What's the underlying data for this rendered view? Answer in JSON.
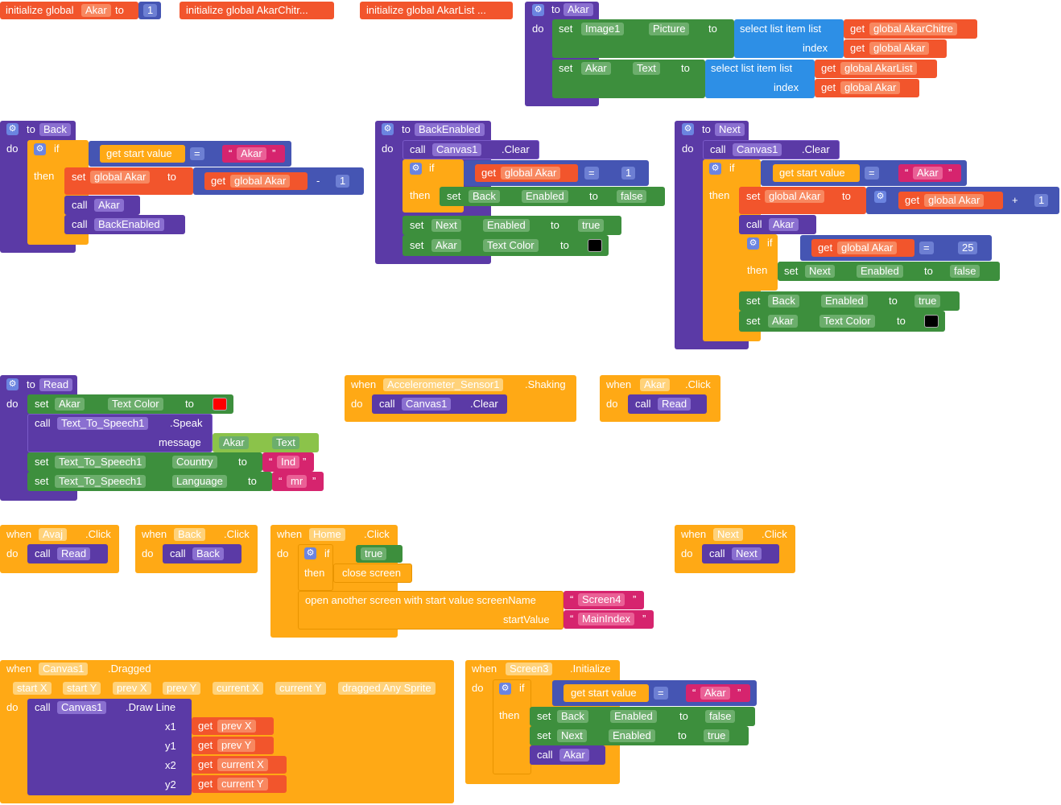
{
  "globals": {
    "akar": {
      "prefix": "initialize global",
      "name": "Akar",
      "to": "to",
      "value": "1"
    },
    "akarChitre": {
      "label": "initialize global AkarChitr..."
    },
    "akarList": {
      "label": "initialize global AkarList ..."
    }
  },
  "kw": {
    "to": "to",
    "do": "do",
    "if": "if",
    "then": "then",
    "set": "set",
    "call": "call",
    "get": "get",
    "when": "when",
    "minus": "-",
    "plus": "+",
    "eq": "=",
    "dot": ".",
    "quote_open": "“",
    "quote_close": "”"
  },
  "procAkar": {
    "name": "Akar",
    "r1": {
      "comp": "Image1",
      "prop": "Picture",
      "select": "select list item  list",
      "list": "global AkarChitre",
      "index": "index",
      "idx": "global Akar"
    },
    "r2": {
      "comp": "Akar",
      "prop": "Text",
      "select": "select list item  list",
      "list": "global AkarList",
      "index": "index",
      "idx": "global Akar"
    }
  },
  "procBack": {
    "name": "Back",
    "startValue": "get start value",
    "eq": "=",
    "str": "Akar",
    "var": "global Akar",
    "num": "1",
    "callAkar": "Akar",
    "callBackEnabled": "BackEnabled"
  },
  "procBackEnabled": {
    "name": "BackEnabled",
    "canvas": "Canvas1",
    "clear": ".Clear",
    "var": "global Akar",
    "num": "1",
    "backComp": "Back",
    "enabled": "Enabled",
    "false": "false",
    "nextComp": "Next",
    "true": "true",
    "akarComp": "Akar",
    "textColor": "Text Color",
    "colorHex": "#000000"
  },
  "procNext": {
    "name": "Next",
    "canvas": "Canvas1",
    "clear": ".Clear",
    "startValue": "get start value",
    "str": "Akar",
    "var": "global Akar",
    "num": "1",
    "callAkar": "Akar",
    "num25": "25",
    "nextComp": "Next",
    "enabled": "Enabled",
    "false": "false",
    "backComp": "Back",
    "true": "true",
    "akarComp": "Akar",
    "textColor": "Text Color",
    "colorHex": "#000000"
  },
  "procRead": {
    "name": "Read",
    "akarComp": "Akar",
    "textColor": "Text Color",
    "colorHex": "#ff0000",
    "tts": "Text_To_Speech1",
    "speak": ".Speak",
    "message": "message",
    "textProp": "Text",
    "country": "Country",
    "countryVal": "Ind",
    "language": "Language",
    "languageVal": "mr"
  },
  "evtAccel": {
    "comp": "Accelerometer_Sensor1",
    "event": ".Shaking",
    "canvas": "Canvas1",
    "clear": ".Clear"
  },
  "evtAkarClick": {
    "comp": "Akar",
    "event": ".Click",
    "proc": "Read"
  },
  "evtAvajClick": {
    "comp": "Avaj",
    "event": ".Click",
    "proc": "Read"
  },
  "evtBackClick": {
    "comp": "Back",
    "event": ".Click",
    "proc": "Back"
  },
  "evtHomeClick": {
    "comp": "Home",
    "event": ".Click",
    "cond": "true",
    "closeScreen": "close screen",
    "openScreen": "open another screen with start value  screenName",
    "screenName": "Screen4",
    "startValue": "startValue",
    "startVal": "MainIndex"
  },
  "evtNextClick": {
    "comp": "Next",
    "event": ".Click",
    "proc": "Next"
  },
  "evtCanvasDragged": {
    "comp": "Canvas1",
    "event": ".Dragged",
    "params": [
      "start X",
      "start Y",
      "prev X",
      "prev Y",
      "current X",
      "current Y",
      "dragged Any Sprite"
    ],
    "drawLine": ".Draw Line",
    "x1": "x1",
    "y1": "y1",
    "x2": "x2",
    "y2": "y2",
    "gx1": "prev X",
    "gy1": "prev Y",
    "gx2": "current X",
    "gy2": "current Y"
  },
  "evtScreen3Init": {
    "comp": "Screen3",
    "event": ".Initialize",
    "startValue": "get start value",
    "str": "Akar",
    "backComp": "Back",
    "nextComp": "Next",
    "enabled": "Enabled",
    "false": "false",
    "true": "true",
    "callAkar": "Akar"
  },
  "icons": {
    "gear": "gear-icon",
    "dropdown": "chevron-down-icon"
  },
  "colors": {
    "procedure": "#5b3aa6",
    "event": "#ffa915",
    "variable": "#f2552c",
    "setter": "#3d8f3d",
    "list": "#2d8fe6",
    "text": "#d6246e",
    "math": "#4555b3"
  }
}
